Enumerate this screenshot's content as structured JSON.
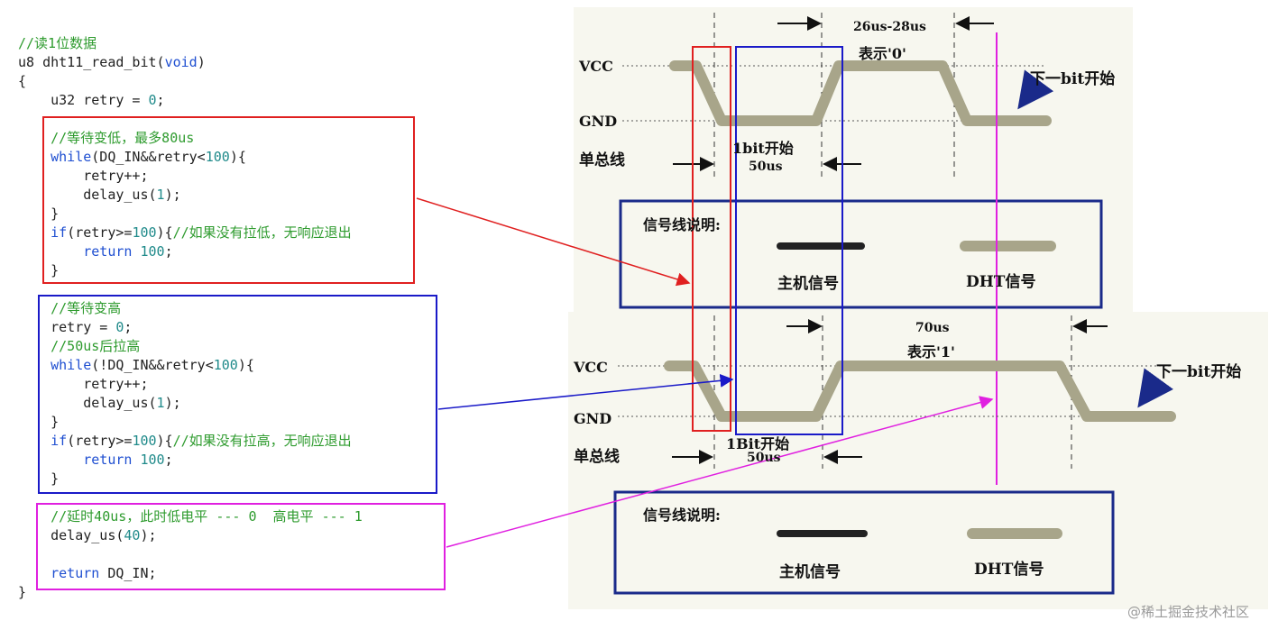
{
  "code": {
    "lines": [
      [
        {
          "t": "//读1位数据",
          "c": "c"
        }
      ],
      [
        {
          "t": "u8 dht11_read_bit(",
          "c": ""
        },
        {
          "t": "void",
          "c": "k"
        },
        {
          "t": ")",
          "c": ""
        }
      ],
      [
        {
          "t": "{",
          "c": ""
        }
      ],
      [
        {
          "t": "    u32 retry = ",
          "c": ""
        },
        {
          "t": "0",
          "c": "n"
        },
        {
          "t": ";",
          "c": ""
        }
      ],
      [],
      [
        {
          "t": "    //等待变低，最多80us",
          "c": "c"
        }
      ],
      [
        {
          "t": "    ",
          "c": ""
        },
        {
          "t": "while",
          "c": "k"
        },
        {
          "t": "(DQ_IN&&retry<",
          "c": ""
        },
        {
          "t": "100",
          "c": "n"
        },
        {
          "t": "){",
          "c": ""
        }
      ],
      [
        {
          "t": "        retry++;",
          "c": ""
        }
      ],
      [
        {
          "t": "        delay_us(",
          "c": ""
        },
        {
          "t": "1",
          "c": "n"
        },
        {
          "t": ");",
          "c": ""
        }
      ],
      [
        {
          "t": "    }",
          "c": ""
        }
      ],
      [
        {
          "t": "    ",
          "c": ""
        },
        {
          "t": "if",
          "c": "k"
        },
        {
          "t": "(retry>=",
          "c": ""
        },
        {
          "t": "100",
          "c": "n"
        },
        {
          "t": "){",
          "c": ""
        },
        {
          "t": "//如果没有拉低，无响应退出",
          "c": "c"
        }
      ],
      [
        {
          "t": "        ",
          "c": ""
        },
        {
          "t": "return",
          "c": "k"
        },
        {
          "t": " ",
          "c": ""
        },
        {
          "t": "100",
          "c": "n"
        },
        {
          "t": ";",
          "c": ""
        }
      ],
      [
        {
          "t": "    }",
          "c": ""
        }
      ],
      [],
      [
        {
          "t": "    //等待变高",
          "c": "c"
        }
      ],
      [
        {
          "t": "    retry = ",
          "c": ""
        },
        {
          "t": "0",
          "c": "n"
        },
        {
          "t": ";",
          "c": ""
        }
      ],
      [
        {
          "t": "    //50us后拉高",
          "c": "c"
        }
      ],
      [
        {
          "t": "    ",
          "c": ""
        },
        {
          "t": "while",
          "c": "k"
        },
        {
          "t": "(!DQ_IN&&retry<",
          "c": ""
        },
        {
          "t": "100",
          "c": "n"
        },
        {
          "t": "){",
          "c": ""
        }
      ],
      [
        {
          "t": "        retry++;",
          "c": ""
        }
      ],
      [
        {
          "t": "        delay_us(",
          "c": ""
        },
        {
          "t": "1",
          "c": "n"
        },
        {
          "t": ");",
          "c": ""
        }
      ],
      [
        {
          "t": "    }",
          "c": ""
        }
      ],
      [
        {
          "t": "    ",
          "c": ""
        },
        {
          "t": "if",
          "c": "k"
        },
        {
          "t": "(retry>=",
          "c": ""
        },
        {
          "t": "100",
          "c": "n"
        },
        {
          "t": "){",
          "c": ""
        },
        {
          "t": "//如果没有拉高，无响应退出",
          "c": "c"
        }
      ],
      [
        {
          "t": "        ",
          "c": ""
        },
        {
          "t": "return",
          "c": "k"
        },
        {
          "t": " ",
          "c": ""
        },
        {
          "t": "100",
          "c": "n"
        },
        {
          "t": ";",
          "c": ""
        }
      ],
      [
        {
          "t": "    }",
          "c": ""
        }
      ],
      [],
      [
        {
          "t": "    //延时40us，此时低电平 --- 0  高电平 --- 1",
          "c": "c"
        }
      ],
      [
        {
          "t": "    delay_us(",
          "c": ""
        },
        {
          "t": "40",
          "c": "n"
        },
        {
          "t": ");",
          "c": ""
        }
      ],
      [],
      [
        {
          "t": "    ",
          "c": ""
        },
        {
          "t": "return",
          "c": "k"
        },
        {
          "t": " DQ_IN;",
          "c": ""
        }
      ],
      [
        {
          "t": "}",
          "c": ""
        }
      ]
    ]
  },
  "diagram_top": {
    "vcc": "VCC",
    "gnd": "GND",
    "bus": "单总线",
    "timing_top": "26us-28us",
    "meaning": "表示'0'",
    "start_label": "1bit开始",
    "start_time": "50us",
    "next_bit": "下一bit开始",
    "legend_title": "信号线说明:",
    "host_signal": "主机信号",
    "dht_signal": "DHT信号"
  },
  "diagram_bottom": {
    "vcc": "VCC",
    "gnd": "GND",
    "bus": "单总线",
    "timing_top": "70us",
    "meaning": "表示'1'",
    "start_label": "1Bit开始",
    "start_time": "50us",
    "next_bit": "下一bit开始",
    "legend_title": "信号线说明:",
    "host_signal": "主机信号",
    "dht_signal": "DHT信号"
  },
  "colors": {
    "red_box": "#e02020",
    "blue_box": "#1a1ac8",
    "magenta_box": "#e020e0",
    "dht_wave": "#a8a58a",
    "diagram_bg": "#f7f7ef",
    "legend_border": "#1a2a8a"
  },
  "watermark": "@稀土掘金技术社区"
}
